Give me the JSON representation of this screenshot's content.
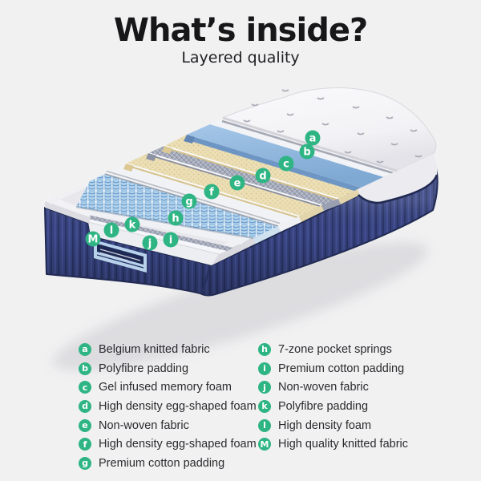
{
  "title": "What’s inside?",
  "subtitle": "Layered quality",
  "legend": {
    "items": [
      {
        "letter": "a",
        "label": "Belgium knitted fabric"
      },
      {
        "letter": "b",
        "label": "Polyfibre padding"
      },
      {
        "letter": "c",
        "label": "Gel infused memory foam"
      },
      {
        "letter": "d",
        "label": "High density egg-shaped foam"
      },
      {
        "letter": "e",
        "label": "Non-woven fabric"
      },
      {
        "letter": "f",
        "label": "High density egg-shaped foam"
      },
      {
        "letter": "g",
        "label": "Premium cotton padding"
      },
      {
        "letter": "h",
        "label": "7-zone pocket springs"
      },
      {
        "letter": "i",
        "label": "Premium cotton padding"
      },
      {
        "letter": "j",
        "label": "Non-woven fabric"
      },
      {
        "letter": "k",
        "label": "Polyfibre padding"
      },
      {
        "letter": "l",
        "label": "High density foam"
      },
      {
        "letter": "M",
        "label": "High quality knitted fabric"
      }
    ],
    "left_count": 7
  },
  "colors": {
    "accent": "#2fb584",
    "background": "#f1f1f2",
    "ink": "#17171a",
    "navy": "#36437f",
    "navy_dark": "#222c55",
    "spring_blue": "#b3d4ec",
    "foam_blue": "#8fb6dc",
    "beige": "#ecdfb6",
    "gray_fabric": "#a6acbc",
    "quilt": "#f6f6f8"
  }
}
